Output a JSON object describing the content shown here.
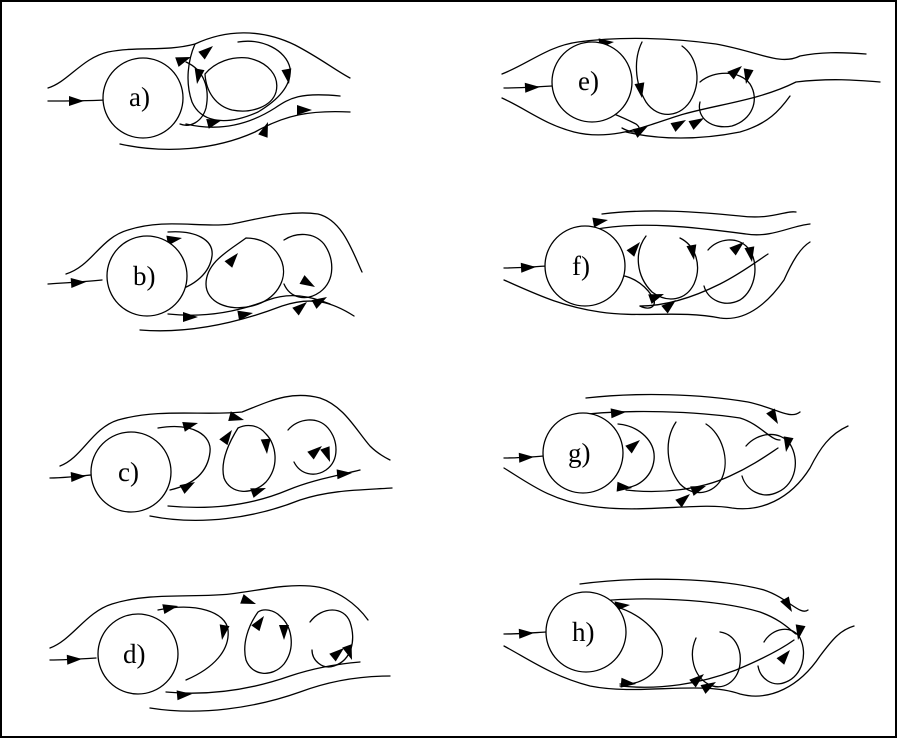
{
  "panels": [
    {
      "label": "a)"
    },
    {
      "label": "b)"
    },
    {
      "label": "c)"
    },
    {
      "label": "d)"
    },
    {
      "label": "e)"
    },
    {
      "label": "f)"
    },
    {
      "label": "g)"
    },
    {
      "label": "h)"
    }
  ]
}
